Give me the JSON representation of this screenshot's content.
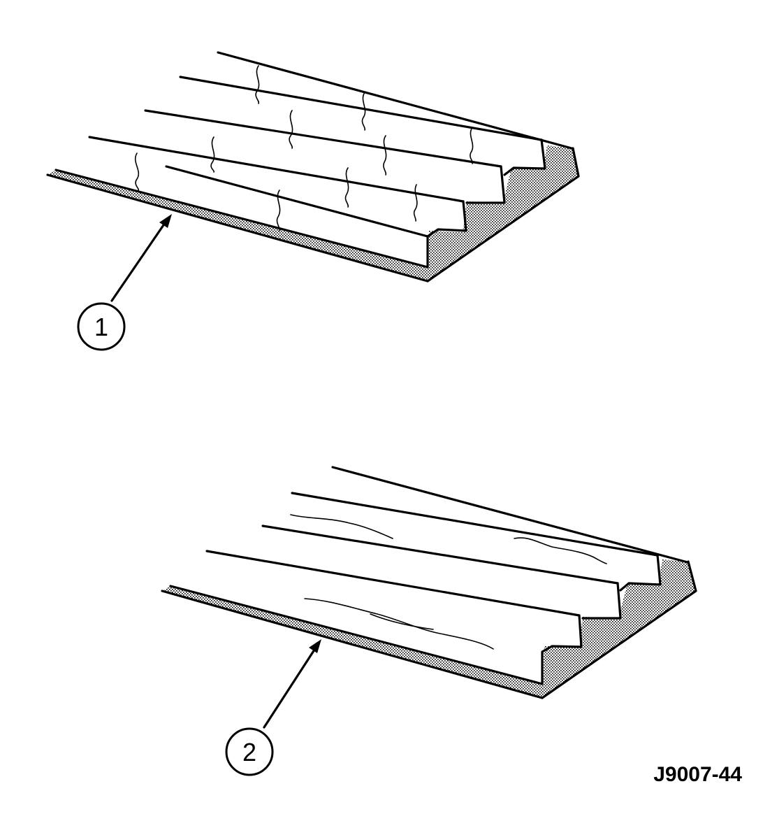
{
  "figure": {
    "callouts": [
      {
        "number": "1"
      },
      {
        "number": "2"
      }
    ],
    "figure_code": "J9007-44"
  }
}
